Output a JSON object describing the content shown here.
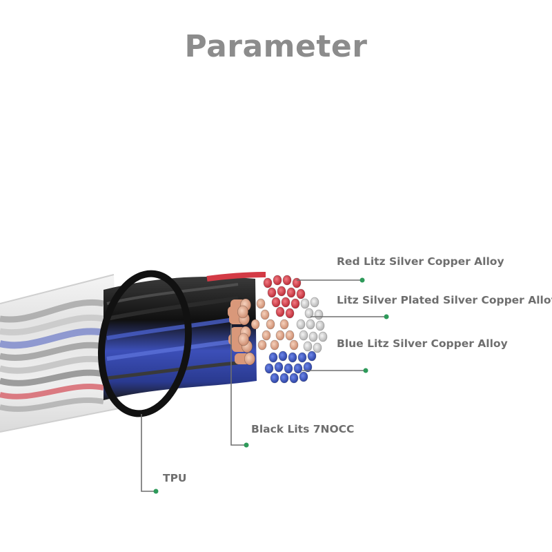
{
  "title": "Parameter",
  "labels": {
    "red": "Red Litz Silver Copper Alloy",
    "silver": "Litz Silver Plated Silver Copper Alloy",
    "blue": "Blue Litz Silver Copper Alloy",
    "black": "Black Lits 7NOCC",
    "tpu": "TPU"
  },
  "colors": {
    "leader_line": "#6f6f6f",
    "leader_dot": "#2e9a5a",
    "red": "#d33a45",
    "blue": "#2f4fc0",
    "copper": "#e3a689",
    "silver": "#c9c9c9",
    "black": "#1a1a1a",
    "title": "#8c8c8c"
  }
}
